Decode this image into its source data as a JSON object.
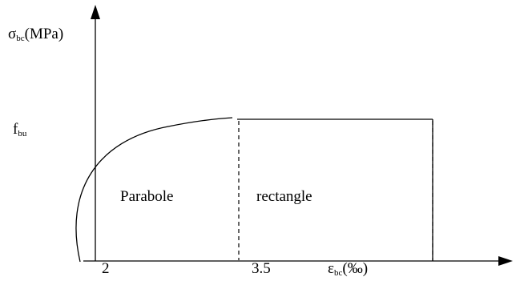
{
  "y_axis": {
    "symbol": "σ",
    "subscript": "bc",
    "unit": "(MPa)"
  },
  "x_axis": {
    "symbol": "ε",
    "subscript": "bc",
    "unit": "(‰)"
  },
  "fbu": {
    "symbol": "f",
    "subscript": "bu"
  },
  "regions": {
    "parabola": "Parabole",
    "rectangle": "rectangle"
  },
  "ticks": {
    "strain_peak": "2",
    "strain_ultimate": "3.5"
  },
  "colors": {
    "line": "#000000",
    "background": "#ffffff"
  }
}
